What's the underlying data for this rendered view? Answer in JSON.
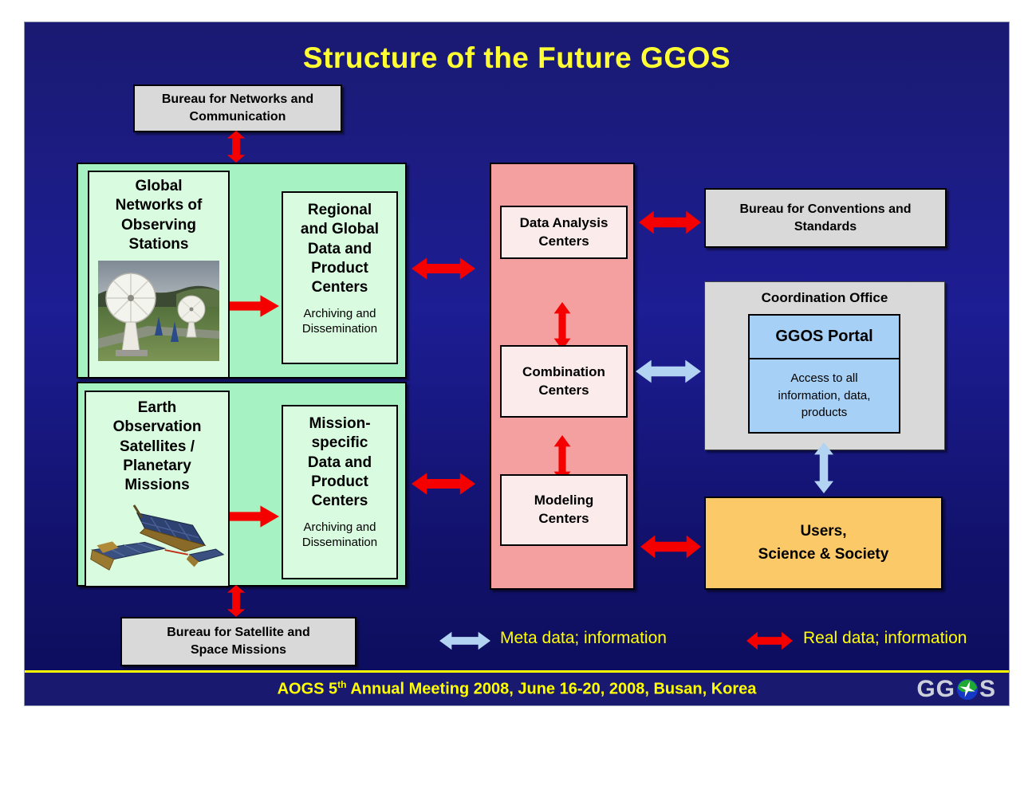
{
  "title": "Structure of the Future GGOS",
  "colors": {
    "background_top": "#1a1a72",
    "background_bottom": "#0d0d5c",
    "title_yellow": "#ffff33",
    "legend_yellow": "#ffff00",
    "real_data_arrow_red": "#f50000",
    "meta_data_arrow_blue": "#b2d3f2",
    "green_panel": "#a6f2c3",
    "green_inner_box": "#d9fbdf",
    "pink_panel": "#f4a0a0",
    "pink_inner_box": "#fcebeb",
    "gray_box": "#d9d9d9",
    "portal_blue": "#a6d0f5",
    "users_orange": "#fcc968"
  },
  "bureaus": {
    "networks": "Bureau for Networks and\nCommunication",
    "conventions": "Bureau for Conventions and\nStandards",
    "satellite": "Bureau for Satellite and\nSpace Missions"
  },
  "observing": {
    "stations_title": "Global\nNetworks of\nObserving\nStations",
    "stations_image": "satellite-dishes-photo",
    "regional_title": "Regional\nand Global\nData and\nProduct\nCenters",
    "regional_subtitle": "Archiving and\nDissemination"
  },
  "missions": {
    "satellites_title": "Earth\nObservation\nSatellites /\nPlanetary\nMissions",
    "satellites_image": "satellites-illustration",
    "mission_title": "Mission-\nspecific\nData and\nProduct\nCenters",
    "mission_subtitle": "Archiving and\nDissemination"
  },
  "centers": {
    "data_analysis": "Data Analysis\nCenters",
    "combination": "Combination\nCenters",
    "modeling": "Modeling\nCenters"
  },
  "coordination": {
    "title": "Coordination Office",
    "portal_title": "GGOS Portal",
    "portal_body": "Access to all\ninformation, data,\nproducts"
  },
  "users_label": "Users,\nScience & Society",
  "legend": {
    "meta": "Meta data; information",
    "real": "Real data; information"
  },
  "footer": {
    "pre": "AOGS 5",
    "sup": "th",
    "post": " Annual Meeting 2008, June 16-20, 2008, Busan, Korea"
  },
  "logo": {
    "gg": "GG",
    "s": "S"
  }
}
